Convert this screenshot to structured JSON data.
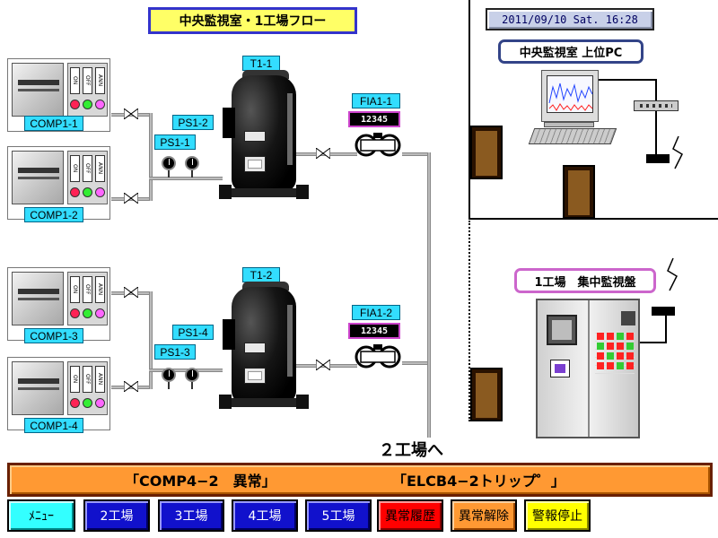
{
  "title": "中央監視室・1工場フロー",
  "clock": "2011/09/10 Sat. 16:28",
  "pc_label": "中央監視室 上位PC",
  "panel_label": "1工場　集中監視盤",
  "to_factory2": "２工場へ",
  "compressors": [
    {
      "label": "COMP1-1"
    },
    {
      "label": "COMP1-2"
    },
    {
      "label": "COMP1-3"
    },
    {
      "label": "COMP1-4"
    }
  ],
  "switch_labels": {
    "on": "ON",
    "off": "OFF",
    "ann": "ANN"
  },
  "tanks": [
    {
      "label": "T1-1"
    },
    {
      "label": "T1-2"
    }
  ],
  "pressure_sensors": [
    "PS1-1",
    "PS1-2",
    "PS1-3",
    "PS1-4"
  ],
  "flow_meters": [
    {
      "label": "FIA1-1",
      "value": "12345"
    },
    {
      "label": "FIA1-2",
      "value": "12345"
    }
  ],
  "alarms": [
    "「COMP4−2　異常」",
    "「ELCB4−2トリップ゜」"
  ],
  "nav": [
    {
      "label": "ﾒﾆｭｰ",
      "color": "#33ffff",
      "text": "#000000"
    },
    {
      "label": "2工場",
      "color": "#1111cc",
      "text": "#ffffff"
    },
    {
      "label": "3工場",
      "color": "#1111cc",
      "text": "#ffffff"
    },
    {
      "label": "4工場",
      "color": "#1111cc",
      "text": "#ffffff"
    },
    {
      "label": "5工場",
      "color": "#1111cc",
      "text": "#ffffff"
    },
    {
      "label": "異常履歴",
      "color": "#ff0000",
      "text": "#000000"
    },
    {
      "label": "異常解除",
      "color": "#ff9933",
      "text": "#000000"
    },
    {
      "label": "警報停止",
      "color": "#ffff00",
      "text": "#000000"
    }
  ],
  "colors": {
    "title_bg": "#ffff66",
    "label_cyan": "#33ddff",
    "alarm_bar": "#ff9933",
    "lamp_red": "#ff2255",
    "lamp_green": "#33ee33",
    "lamp_pink": "#ff66ff"
  }
}
